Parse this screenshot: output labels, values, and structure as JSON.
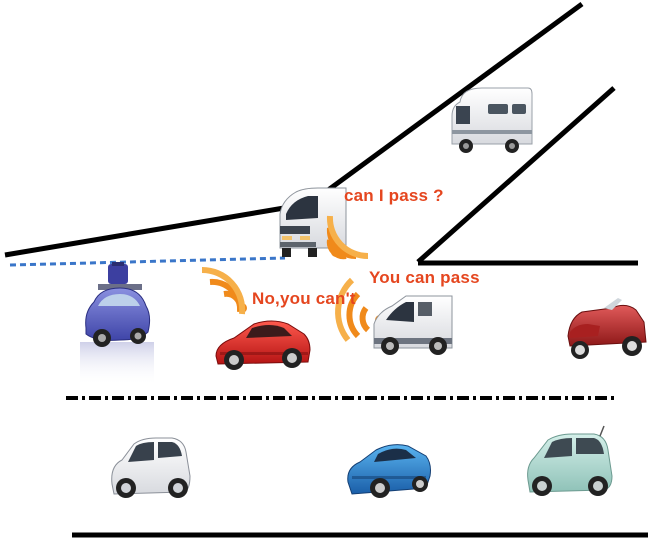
{
  "labels": {
    "request": "can I pass ?",
    "deny": "No,you can't",
    "allow": "You can pass"
  },
  "colors": {
    "road_line": "#000000",
    "merge_dashed": "#3a76c9",
    "message_text": "#e5461f",
    "signal_orange": "#f08a1b",
    "signal_orange_light": "#f6b04a"
  },
  "vehicles": [
    {
      "name": "camper-van-icon",
      "kind": "motorhome"
    },
    {
      "name": "merging-van-icon",
      "kind": "white van"
    },
    {
      "name": "blue-car-with-luggage-icon",
      "kind": "small blue car with roof luggage"
    },
    {
      "name": "red-sports-car-icon",
      "kind": "red sports car"
    },
    {
      "name": "white-panel-van-icon",
      "kind": "white panel van"
    },
    {
      "name": "red-roadster-icon",
      "kind": "red vintage roadster"
    },
    {
      "name": "white-city-car-icon",
      "kind": "white city car"
    },
    {
      "name": "blue-coupe-icon",
      "kind": "blue coupe"
    },
    {
      "name": "mint-hatchback-icon",
      "kind": "mint hatchback"
    }
  ],
  "signals": [
    {
      "name": "van-signal-icon",
      "kind": "wireless-signal"
    },
    {
      "name": "red-car-signal-icon",
      "kind": "wireless-signal"
    },
    {
      "name": "panel-van-signal-icon",
      "kind": "wireless-signal"
    }
  ]
}
